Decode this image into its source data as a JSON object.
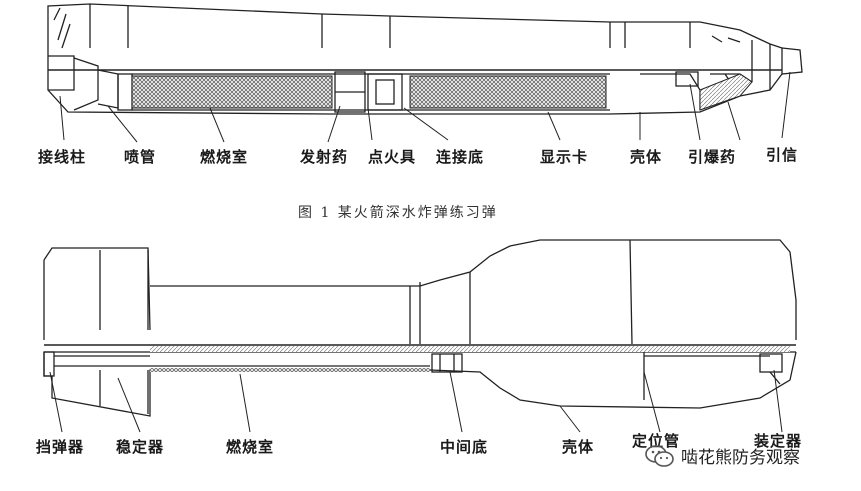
{
  "caption": "图 1  某火箭深水炸弹练习弹",
  "figure1": {
    "labels": {
      "jiexianzhu": "接线柱",
      "penguan": "喷管",
      "ranshaoshi": "燃烧室",
      "fasheyao": "发射药",
      "dianhuoju": "点火具",
      "lianjiedi": "连接底",
      "xianshika": "显示卡",
      "keti": "壳体",
      "yinbaoyao": "引爆药",
      "yinxin": "引信"
    }
  },
  "figure2": {
    "labels": {
      "dandanqi": "挡弹器",
      "wendingqi": "稳定器",
      "ranshaoshi": "燃烧室",
      "zhongjiandi": "中间底",
      "keti": "壳体",
      "dingweiguan": "定位管",
      "zhuangdingqi": "装定器"
    }
  },
  "watermark": {
    "text": "啮花熊防务观察",
    "icon": "wechat-icon"
  }
}
